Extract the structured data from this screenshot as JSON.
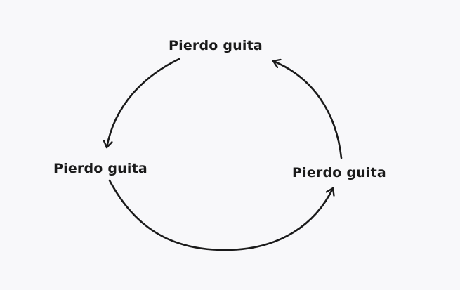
{
  "diagram": {
    "nodes": [
      {
        "id": "top",
        "label": "Pierdo guita"
      },
      {
        "id": "left",
        "label": "Pierdo guita"
      },
      {
        "id": "right",
        "label": "Pierdo guita"
      }
    ],
    "edges": [
      {
        "from": "top",
        "to": "left"
      },
      {
        "from": "left",
        "to": "right"
      },
      {
        "from": "right",
        "to": "top"
      }
    ],
    "colors": {
      "background": "#f8f8fa",
      "stroke": "#1a1a1a",
      "text": "#1a1a1a"
    }
  }
}
